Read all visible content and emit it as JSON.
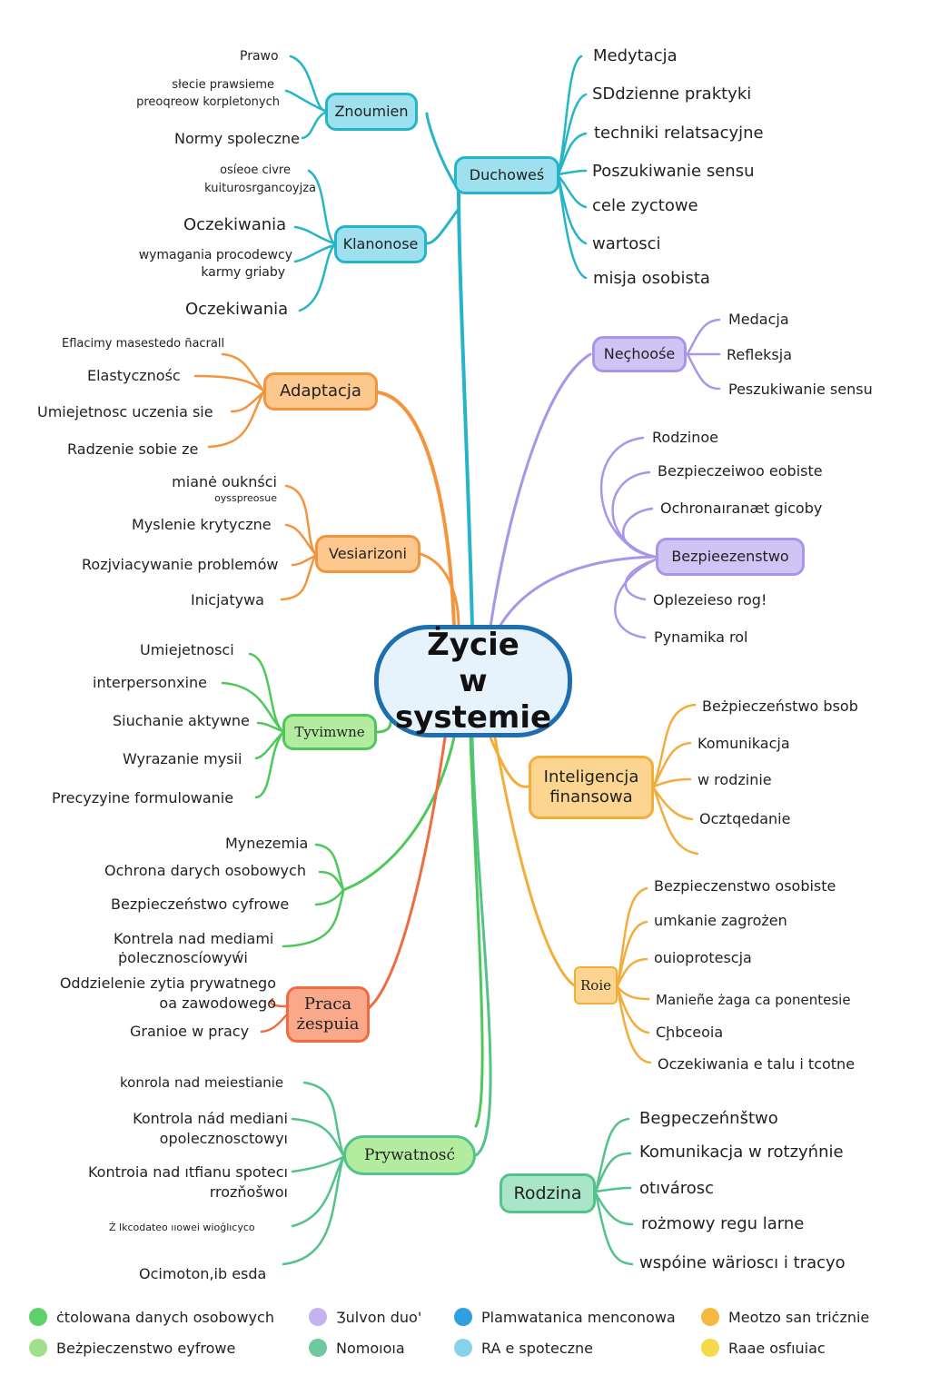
{
  "central": {
    "title_line1": "Życie",
    "title_line2": "w systemie"
  },
  "branches": {
    "znoumien": {
      "label": "Znoumien",
      "items": [
        "Prawo",
        "słecie prawsieme",
        "preoqreow korpletonych",
        "Normy spoleczne"
      ]
    },
    "klanonose": {
      "label": "Klanonose",
      "items": [
        "osíeoe civre",
        "kuiturosrgancoyjza",
        "Oczekiwania",
        "wymagania procodewcy",
        "karmy griaby",
        "Oczekiwania"
      ]
    },
    "duchowes": {
      "label": "Duchoweś",
      "items": [
        "Medytacja",
        "SDdzienne praktyki",
        "techniki relatsacyjne",
        "Poszukiwanie sensu",
        "cele zyctowe",
        "wartosci",
        "misja osobista"
      ]
    },
    "adaptacja": {
      "label": "Adaptacja",
      "items": [
        "Eflacimy masestedo ñacrall",
        "Elastycznośc",
        "Umiejetnosc uczenia sie",
        "Radzenie sobie ze"
      ]
    },
    "nechoose": {
      "label": "Neçhoośe",
      "items": [
        "Medacja",
        "Refleksja",
        "Peszukiwanie sensu"
      ]
    },
    "bezpieczenstwo": {
      "label": "Bezpieezenstwo",
      "items": [
        "Rodzinoe",
        "Bezpieczeiwoo eobiste",
        "Ochronaıranæt gicoby",
        "Oplezeieso rog!",
        "Pynamika rol"
      ]
    },
    "vesarizoni": {
      "label": "Vesiarizoni",
      "items": [
        "mianė ouknści",
        "oysspreosue",
        "Myslenie krytyczne",
        "Rozjviacywanie problemów",
        "Inicjatywa"
      ]
    },
    "tyvimwne": {
      "label": "Tyvimwne",
      "items": [
        "Umiejetnosci",
        "interpersonxine",
        "Siuchanie aktywne",
        "Wyrazanie mysii",
        "Precyzyine formulowanie"
      ]
    },
    "inteligencja": {
      "label_line1": "Inteligencja",
      "label_line2": "finansowa",
      "items": [
        "Beżpieczeństwo bsob",
        "Komunikacja",
        "w rodzinie",
        "Ocztqedanie"
      ]
    },
    "cyfrowe": {
      "items": [
        "Mynezemia",
        "Ochrona darych osobowych",
        "Bezpieczeństwo cyfrowe",
        "Kontrela nad mediami",
        "ṗolecznoscíowyẃi"
      ]
    },
    "roie": {
      "label": "Roie",
      "items": [
        "Bezpieczenstwo osobiste",
        "umkanie zagrożen",
        "ouioprotescja",
        "Manieñe żaga ca ponentesie",
        "Cḩbceoia",
        "Oczekiwania e talu i tcotne"
      ]
    },
    "praca": {
      "label_line1": "Praca",
      "label_line2": "żespuia",
      "items": [
        "Oddzielenie zytia prywatnego",
        "oa zawodowego",
        "Granioe w pracy"
      ]
    },
    "prywatnosc": {
      "label": "Prywatnosć",
      "items": [
        "konrola nad meiestianie",
        "Kontrola nád mediani",
        "opolecznosctowyı",
        "Kontroia nad ıtfianu spotecı",
        "rrozňošwoı",
        "Ż lkcodateo ııowei wioǵlıcyco",
        "Ocimoton,ib esda"
      ]
    },
    "rodzina": {
      "label": "Rodzina",
      "items": [
        "Begpeczeńnštwo",
        "Komunikacja w rotzyńnie",
        "otıvárosc",
        "rożmowy regu larne",
        "wspóine wärioscı i tracyo"
      ]
    }
  },
  "legend": [
    {
      "label": "ċtolowana danych osobowych",
      "color": "#5fd16b"
    },
    {
      "label": "Ʒulvon duo'",
      "color": "#c3b4f0"
    },
    {
      "label": "Plamwatanica menconowa",
      "color": "#2f9fe0"
    },
    {
      "label": "Meotzo san triċznie",
      "color": "#f5b942"
    },
    {
      "label": "Beżpieczenstwo eyfrowe",
      "color": "#9fe08a"
    },
    {
      "label": "Nomoıoıa",
      "color": "#6fc9a0"
    },
    {
      "label": "RA e spoteczne",
      "color": "#86d3ea"
    },
    {
      "label": "Raae osfıuiac",
      "color": "#f7d94c"
    }
  ],
  "colors": {
    "teal": "#26b5c8",
    "purple": "#a995ea",
    "orange": "#f4953e",
    "green": "#4cc95a",
    "yellow": "#f3ad3c",
    "red": "#f06b3f",
    "seagreen": "#54c28b",
    "central_border": "#1f6fb0"
  }
}
